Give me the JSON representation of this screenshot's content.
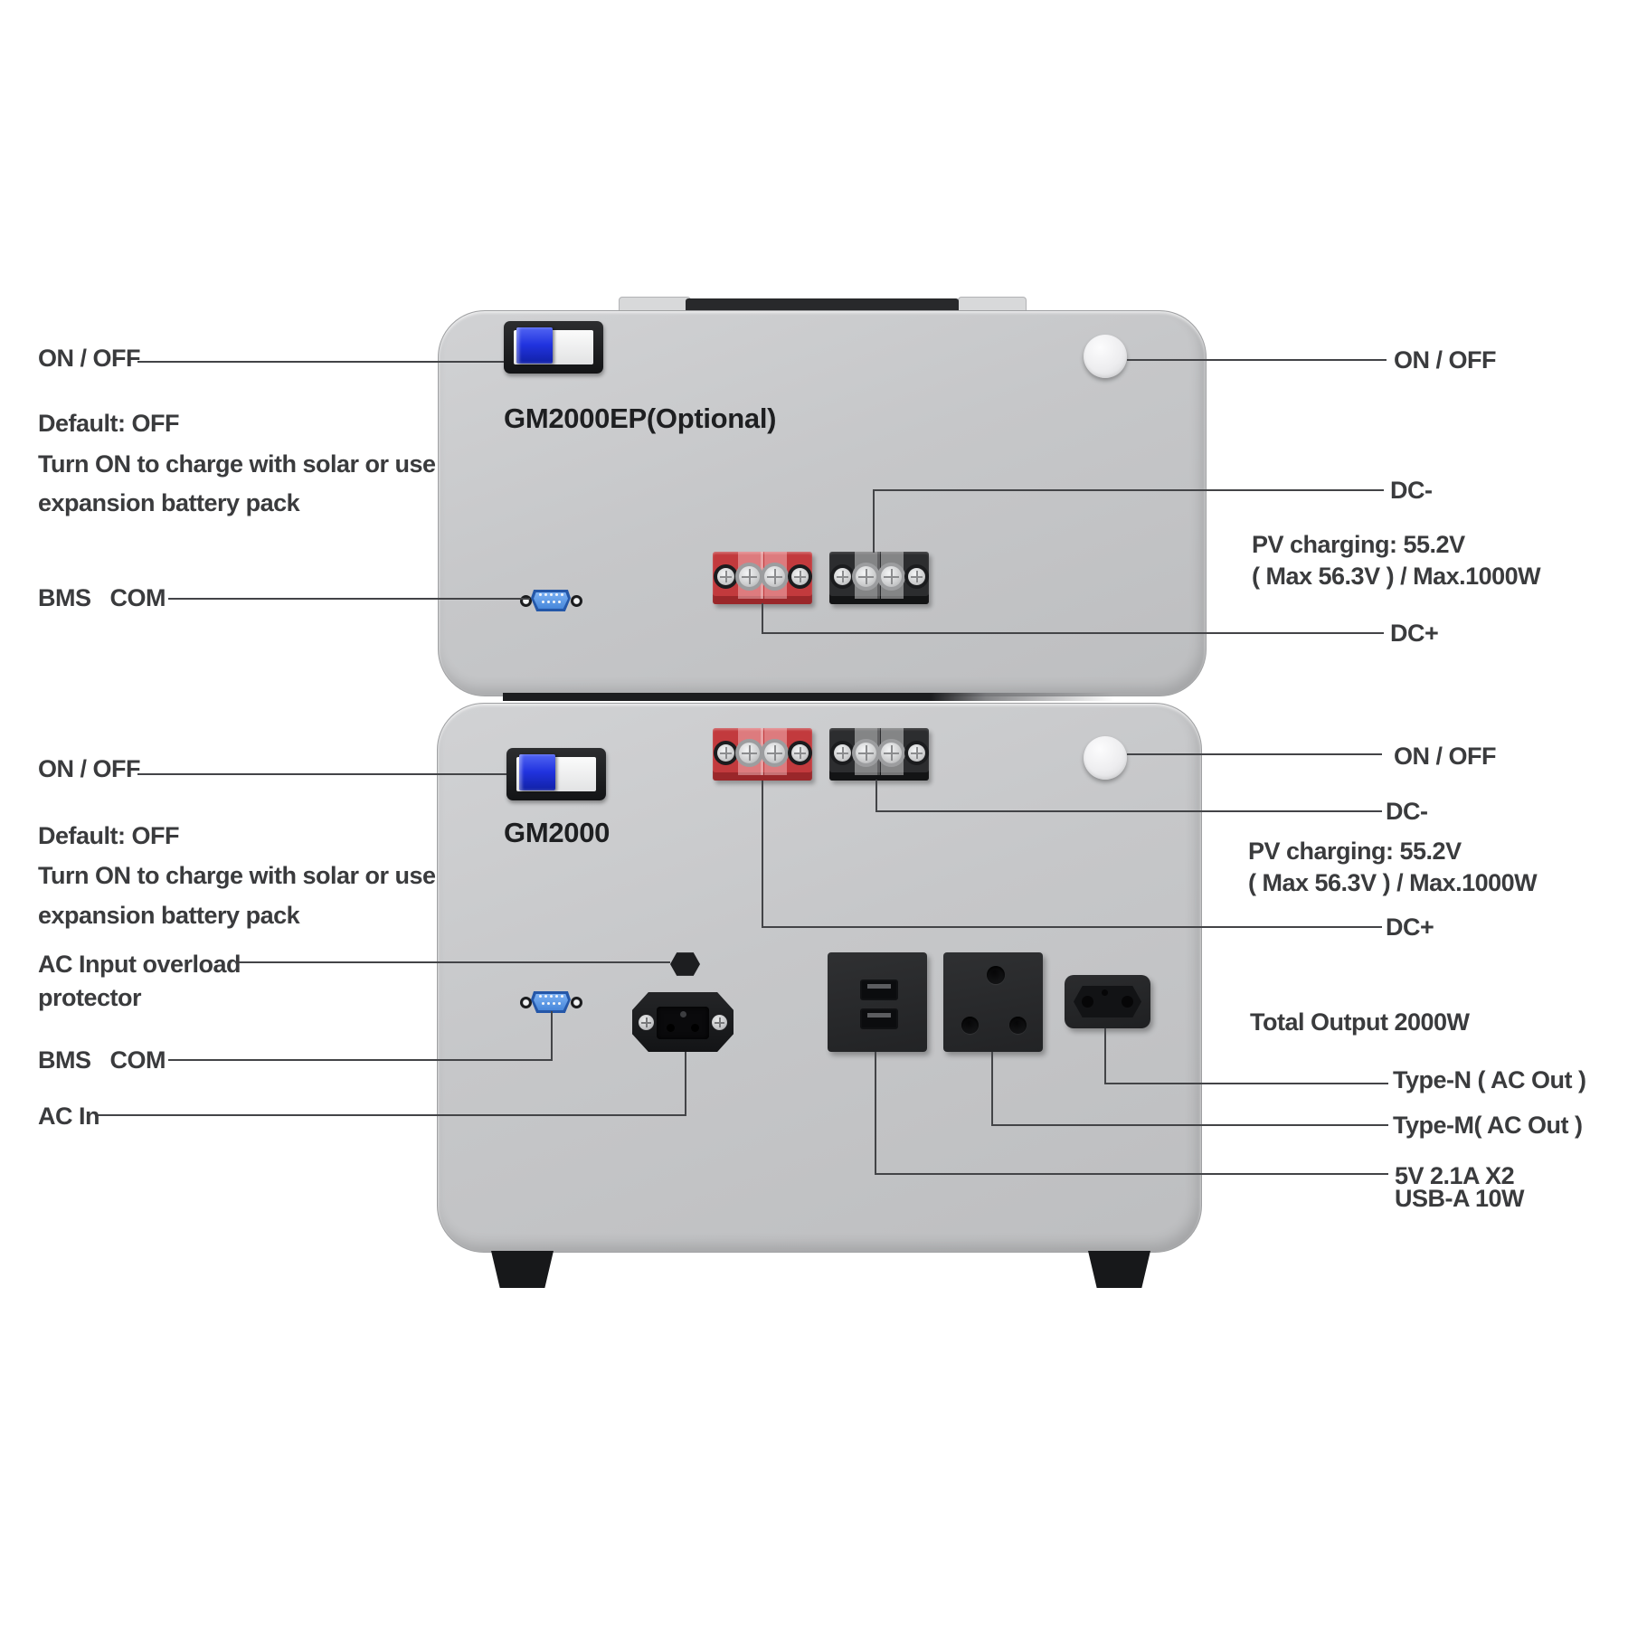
{
  "colors": {
    "background": "#ffffff",
    "unit_body_gray": "#c6c7c9",
    "terminal_red": "#c23a3d",
    "terminal_black": "#2c2d2f",
    "switch_blue": "#2133df",
    "db9_blue": "#4787da",
    "text": "#3a3b3d",
    "line": "#434447"
  },
  "top_unit": {
    "title": "GM2000EP(Optional)",
    "left": {
      "on_off": "ON / OFF",
      "note_line1": "Default: OFF",
      "note_line2": "Turn ON to charge with solar or use",
      "note_line3": "expansion battery pack",
      "bms_com": "BMS   COM"
    },
    "right": {
      "on_off": "ON / OFF",
      "dc_minus": "DC-",
      "pv_line1": "PV charging: 55.2V",
      "pv_line2": "( Max 56.3V ) / Max.1000W",
      "dc_plus": "DC+"
    }
  },
  "bottom_unit": {
    "title": "GM2000",
    "left": {
      "on_off": "ON / OFF",
      "note_line1": "Default: OFF",
      "note_line2": "Turn ON to charge with solar or use",
      "note_line3": "expansion battery pack",
      "ac_overload_line1": "AC Input overload",
      "ac_overload_line2": "protector",
      "bms_com": "BMS   COM",
      "ac_in": "AC In"
    },
    "right": {
      "on_off": "ON / OFF",
      "dc_minus": "DC-",
      "pv_line1": "PV charging: 55.2V",
      "pv_line2": "( Max 56.3V ) / Max.1000W",
      "dc_plus": "DC+",
      "total_output": "Total Output 2000W",
      "type_n": "Type-N ( AC Out )",
      "type_m": "Type-M( AC Out )",
      "usb_line1": "5V 2.1A X2",
      "usb_line2": "USB-A 10W"
    }
  }
}
